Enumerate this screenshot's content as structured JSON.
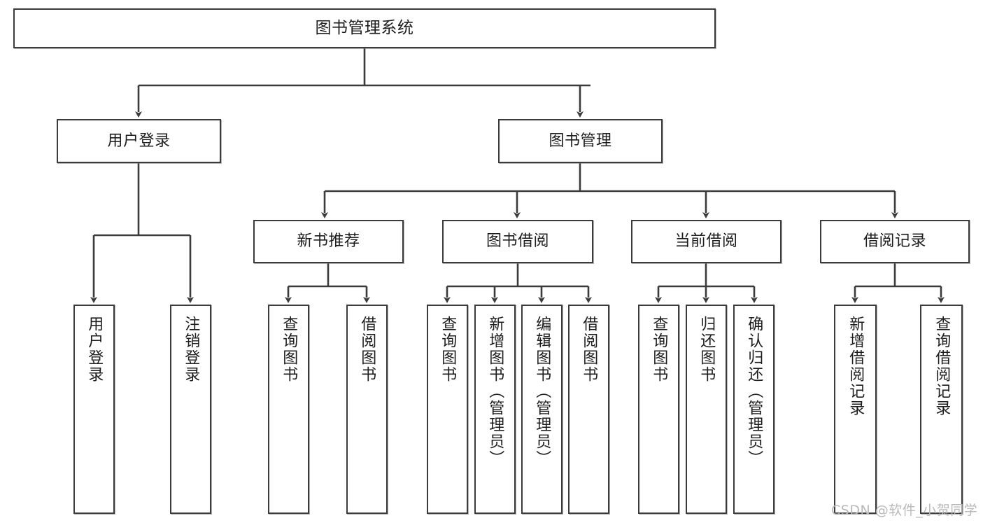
{
  "diagram": {
    "type": "tree-hierarchy-chart",
    "title": "图书管理系统",
    "levels": 4,
    "nodes": {
      "root": {
        "label": "图书管理系统",
        "orientation": "horizontal"
      },
      "level2": [
        {
          "label": "用户登录",
          "orientation": "horizontal"
        },
        {
          "label": "图书管理",
          "orientation": "horizontal"
        }
      ],
      "level3": [
        {
          "label": "新书推荐",
          "orientation": "horizontal"
        },
        {
          "label": "图书借阅",
          "orientation": "horizontal"
        },
        {
          "label": "当前借阅",
          "orientation": "horizontal"
        },
        {
          "label": "借阅记录",
          "orientation": "horizontal"
        }
      ],
      "leaves_user_login": [
        {
          "label": "用户登录",
          "orientation": "vertical"
        },
        {
          "label": "注销登录",
          "orientation": "vertical"
        }
      ],
      "leaves_new_book": [
        {
          "label": "查询图书",
          "orientation": "vertical"
        },
        {
          "label": "借阅图书",
          "orientation": "vertical"
        }
      ],
      "leaves_borrow": [
        {
          "label": "查询图书",
          "orientation": "vertical"
        },
        {
          "label": "新增图书（管理员）",
          "orientation": "vertical"
        },
        {
          "label": "编辑图书（管理员）",
          "orientation": "vertical"
        },
        {
          "label": "借阅图书",
          "orientation": "vertical"
        }
      ],
      "leaves_current": [
        {
          "label": "查询图书",
          "orientation": "vertical"
        },
        {
          "label": "归还图书",
          "orientation": "vertical"
        },
        {
          "label": "确认归还（管理员）",
          "orientation": "vertical"
        }
      ],
      "leaves_records": [
        {
          "label": "新增借阅记录",
          "orientation": "vertical"
        },
        {
          "label": "查询借阅记录",
          "orientation": "vertical"
        }
      ]
    },
    "colors": {
      "border": "#3b3b3b",
      "fill": "#ffffff",
      "text": "#1d1d1d",
      "connector": "#3b3b3b",
      "watermark": "#b9b9b9"
    }
  },
  "watermark": {
    "text": "CSDN @软件_小贺同学"
  }
}
